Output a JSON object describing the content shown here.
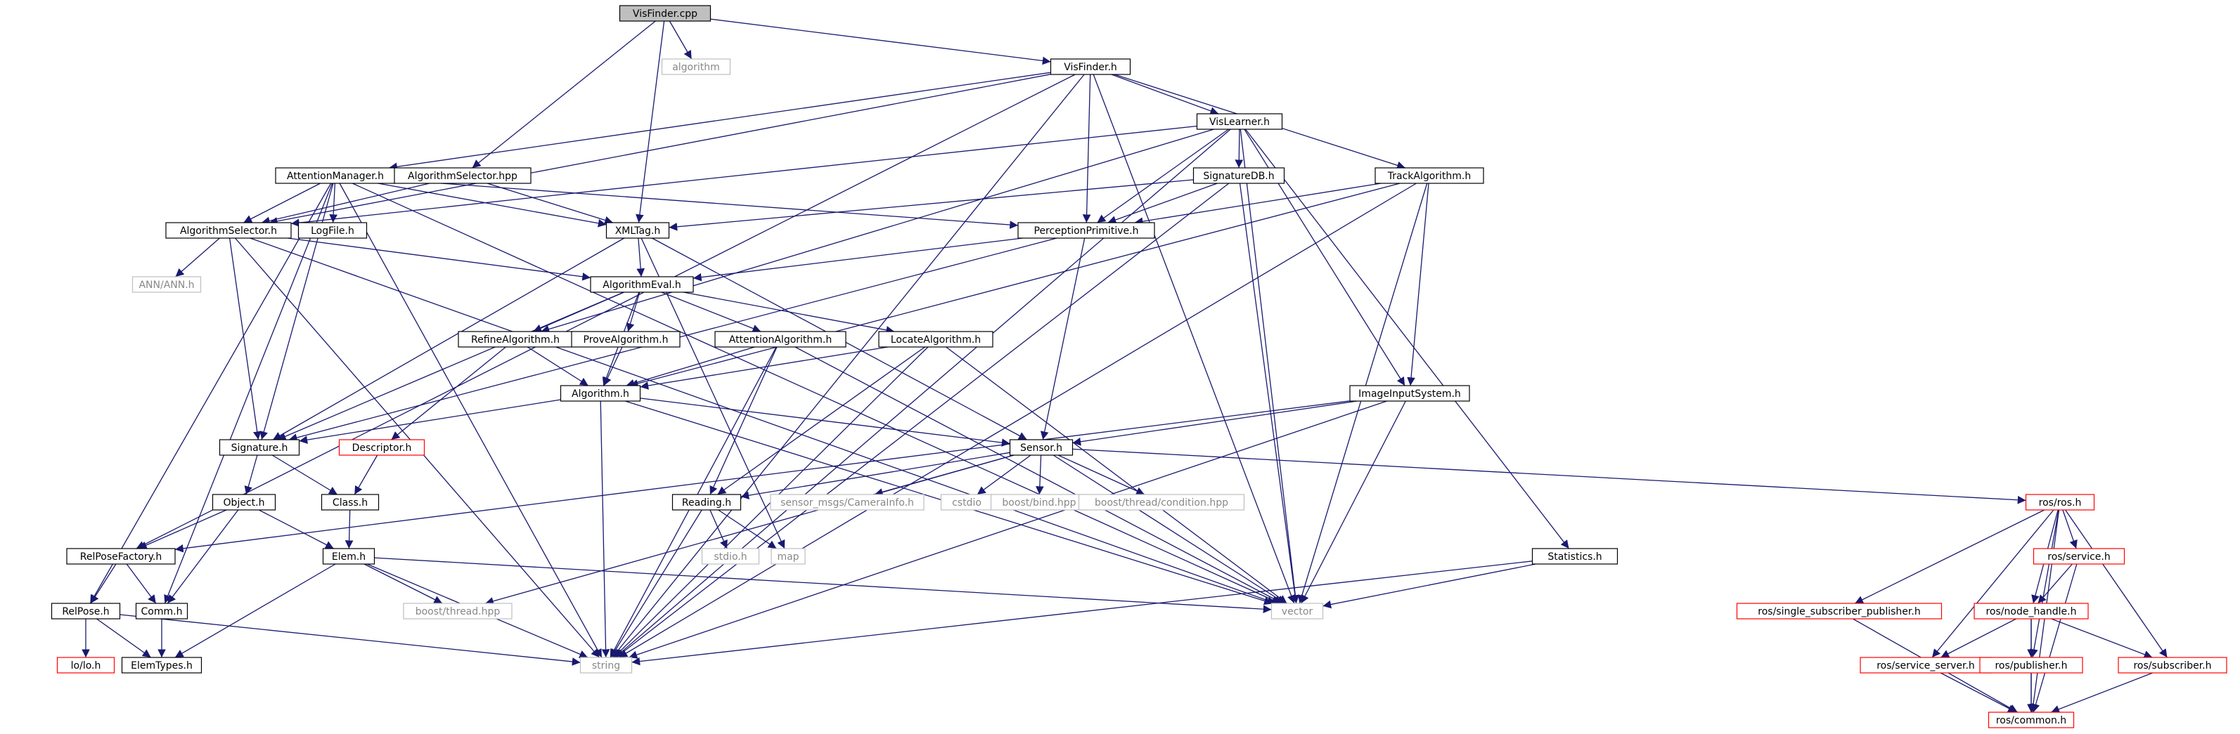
{
  "colors": {
    "edge": "#191970",
    "root_fill": "#bfbfbf",
    "node_border": "#000000",
    "missing_border": "#ff0000",
    "external_border": "#bfbfbf",
    "external_text": "#888888"
  },
  "nodes": [
    {
      "id": "VisFinder.cpp",
      "label": "VisFinder.cpp",
      "kind": "root"
    },
    {
      "id": "algorithm",
      "label": "algorithm",
      "kind": "external"
    },
    {
      "id": "VisFinder.h",
      "label": "VisFinder.h",
      "kind": "file"
    },
    {
      "id": "VisLearner.h",
      "label": "VisLearner.h",
      "kind": "file"
    },
    {
      "id": "AttentionManager.h",
      "label": "AttentionManager.h",
      "kind": "file"
    },
    {
      "id": "AlgorithmSelector.hpp",
      "label": "AlgorithmSelector.hpp",
      "kind": "file"
    },
    {
      "id": "SignatureDB.h",
      "label": "SignatureDB.h",
      "kind": "file"
    },
    {
      "id": "TrackAlgorithm.h",
      "label": "TrackAlgorithm.h",
      "kind": "file"
    },
    {
      "id": "AlgorithmSelector.h",
      "label": "AlgorithmSelector.h",
      "kind": "file"
    },
    {
      "id": "LogFile.h",
      "label": "LogFile.h",
      "kind": "file"
    },
    {
      "id": "XMLTag.h",
      "label": "XMLTag.h",
      "kind": "file"
    },
    {
      "id": "PerceptionPrimitive.h",
      "label": "PerceptionPrimitive.h",
      "kind": "file"
    },
    {
      "id": "ANN/ANN.h",
      "label": "ANN/ANN.h",
      "kind": "external"
    },
    {
      "id": "AlgorithmEval.h",
      "label": "AlgorithmEval.h",
      "kind": "file"
    },
    {
      "id": "RefineAlgorithm.h",
      "label": "RefineAlgorithm.h",
      "kind": "file"
    },
    {
      "id": "ProveAlgorithm.h",
      "label": "ProveAlgorithm.h",
      "kind": "file"
    },
    {
      "id": "AttentionAlgorithm.h",
      "label": "AttentionAlgorithm.h",
      "kind": "file"
    },
    {
      "id": "LocateAlgorithm.h",
      "label": "LocateAlgorithm.h",
      "kind": "file"
    },
    {
      "id": "ImageInputSystem.h",
      "label": "ImageInputSystem.h",
      "kind": "file"
    },
    {
      "id": "Algorithm.h",
      "label": "Algorithm.h",
      "kind": "file"
    },
    {
      "id": "Signature.h",
      "label": "Signature.h",
      "kind": "file"
    },
    {
      "id": "Descriptor.h",
      "label": "Descriptor.h",
      "kind": "missing"
    },
    {
      "id": "Sensor.h",
      "label": "Sensor.h",
      "kind": "file"
    },
    {
      "id": "Object.h",
      "label": "Object.h",
      "kind": "file"
    },
    {
      "id": "Class.h",
      "label": "Class.h",
      "kind": "file"
    },
    {
      "id": "Reading.h",
      "label": "Reading.h",
      "kind": "file"
    },
    {
      "id": "sensor_msgs/CameraInfo.h",
      "label": "sensor_msgs/CameraInfo.h",
      "kind": "external"
    },
    {
      "id": "cstdio",
      "label": "cstdio",
      "kind": "external"
    },
    {
      "id": "boost/bind.hpp",
      "label": "boost/bind.hpp",
      "kind": "external"
    },
    {
      "id": "boost/thread/condition.hpp",
      "label": "boost/thread/condition.hpp",
      "kind": "external"
    },
    {
      "id": "ros/ros.h",
      "label": "ros/ros.h",
      "kind": "missing"
    },
    {
      "id": "RelPoseFactory.h",
      "label": "RelPoseFactory.h",
      "kind": "file"
    },
    {
      "id": "Elem.h",
      "label": "Elem.h",
      "kind": "file"
    },
    {
      "id": "stdio.h",
      "label": "stdio.h",
      "kind": "external"
    },
    {
      "id": "map",
      "label": "map",
      "kind": "external"
    },
    {
      "id": "Statistics.h",
      "label": "Statistics.h",
      "kind": "file"
    },
    {
      "id": "ros/service.h",
      "label": "ros/service.h",
      "kind": "missing"
    },
    {
      "id": "RelPose.h",
      "label": "RelPose.h",
      "kind": "file"
    },
    {
      "id": "Comm.h",
      "label": "Comm.h",
      "kind": "file"
    },
    {
      "id": "boost/thread.hpp",
      "label": "boost/thread.hpp",
      "kind": "external"
    },
    {
      "id": "vector",
      "label": "vector",
      "kind": "external"
    },
    {
      "id": "ros/single_subscriber_publisher.h",
      "label": "ros/single_subscriber_publisher.h",
      "kind": "missing"
    },
    {
      "id": "ros/node_handle.h",
      "label": "ros/node_handle.h",
      "kind": "missing"
    },
    {
      "id": "lo/lo.h",
      "label": "lo/lo.h",
      "kind": "missing"
    },
    {
      "id": "ElemTypes.h",
      "label": "ElemTypes.h",
      "kind": "file"
    },
    {
      "id": "string",
      "label": "string",
      "kind": "external"
    },
    {
      "id": "ros/service_server.h",
      "label": "ros/service_server.h",
      "kind": "missing"
    },
    {
      "id": "ros/publisher.h",
      "label": "ros/publisher.h",
      "kind": "missing"
    },
    {
      "id": "ros/subscriber.h",
      "label": "ros/subscriber.h",
      "kind": "missing"
    },
    {
      "id": "ros/common.h",
      "label": "ros/common.h",
      "kind": "missing"
    }
  ],
  "edges": [
    [
      "VisFinder.cpp",
      "algorithm"
    ],
    [
      "VisFinder.cpp",
      "VisFinder.h"
    ],
    [
      "VisFinder.cpp",
      "AlgorithmSelector.hpp"
    ],
    [
      "VisFinder.cpp",
      "XMLTag.h"
    ],
    [
      "VisFinder.h",
      "VisLearner.h"
    ],
    [
      "VisFinder.h",
      "AttentionManager.h"
    ],
    [
      "VisFinder.h",
      "AlgorithmSelector.h"
    ],
    [
      "VisFinder.h",
      "TrackAlgorithm.h"
    ],
    [
      "VisFinder.h",
      "PerceptionPrimitive.h"
    ],
    [
      "VisFinder.h",
      "RelPoseFactory.h"
    ],
    [
      "VisFinder.h",
      "vector"
    ],
    [
      "VisFinder.h",
      "string"
    ],
    [
      "VisLearner.h",
      "SignatureDB.h"
    ],
    [
      "VisLearner.h",
      "AlgorithmSelector.h"
    ],
    [
      "VisLearner.h",
      "PerceptionPrimitive.h"
    ],
    [
      "VisLearner.h",
      "RefineAlgorithm.h"
    ],
    [
      "VisLearner.h",
      "ImageInputSystem.h"
    ],
    [
      "VisLearner.h",
      "Statistics.h"
    ],
    [
      "VisLearner.h",
      "vector"
    ],
    [
      "VisLearner.h",
      "string"
    ],
    [
      "AttentionManager.h",
      "AlgorithmSelector.h"
    ],
    [
      "AttentionManager.h",
      "LogFile.h"
    ],
    [
      "AttentionManager.h",
      "XMLTag.h"
    ],
    [
      "AttentionManager.h",
      "PerceptionPrimitive.h"
    ],
    [
      "AttentionManager.h",
      "Signature.h"
    ],
    [
      "AttentionManager.h",
      "RelPose.h"
    ],
    [
      "AttentionManager.h",
      "Comm.h"
    ],
    [
      "AttentionManager.h",
      "vector"
    ],
    [
      "AttentionManager.h",
      "string"
    ],
    [
      "AlgorithmSelector.hpp",
      "AlgorithmSelector.h"
    ],
    [
      "AlgorithmSelector.hpp",
      "XMLTag.h"
    ],
    [
      "SignatureDB.h",
      "XMLTag.h"
    ],
    [
      "SignatureDB.h",
      "PerceptionPrimitive.h"
    ],
    [
      "SignatureDB.h",
      "vector"
    ],
    [
      "SignatureDB.h",
      "string"
    ],
    [
      "TrackAlgorithm.h",
      "PerceptionPrimitive.h"
    ],
    [
      "TrackAlgorithm.h",
      "Algorithm.h"
    ],
    [
      "TrackAlgorithm.h",
      "ImageInputSystem.h"
    ],
    [
      "TrackAlgorithm.h",
      "vector"
    ],
    [
      "TrackAlgorithm.h",
      "string"
    ],
    [
      "AlgorithmSelector.h",
      "ANN/ANN.h"
    ],
    [
      "AlgorithmSelector.h",
      "AlgorithmEval.h"
    ],
    [
      "AlgorithmSelector.h",
      "Signature.h"
    ],
    [
      "AlgorithmSelector.h",
      "vector"
    ],
    [
      "AlgorithmSelector.h",
      "string"
    ],
    [
      "XMLTag.h",
      "AlgorithmEval.h"
    ],
    [
      "XMLTag.h",
      "Signature.h"
    ],
    [
      "XMLTag.h",
      "Sensor.h"
    ],
    [
      "XMLTag.h",
      "map"
    ],
    [
      "PerceptionPrimitive.h",
      "AlgorithmEval.h"
    ],
    [
      "PerceptionPrimitive.h",
      "Signature.h"
    ],
    [
      "PerceptionPrimitive.h",
      "Sensor.h"
    ],
    [
      "AlgorithmEval.h",
      "RefineAlgorithm.h"
    ],
    [
      "AlgorithmEval.h",
      "ProveAlgorithm.h"
    ],
    [
      "AlgorithmEval.h",
      "AttentionAlgorithm.h"
    ],
    [
      "AlgorithmEval.h",
      "LocateAlgorithm.h"
    ],
    [
      "AlgorithmEval.h",
      "Algorithm.h"
    ],
    [
      "AlgorithmEval.h",
      "Signature.h"
    ],
    [
      "RefineAlgorithm.h",
      "Algorithm.h"
    ],
    [
      "RefineAlgorithm.h",
      "Descriptor.h"
    ],
    [
      "ProveAlgorithm.h",
      "Algorithm.h"
    ],
    [
      "AttentionAlgorithm.h",
      "Algorithm.h"
    ],
    [
      "AttentionAlgorithm.h",
      "Reading.h"
    ],
    [
      "AttentionAlgorithm.h",
      "vector"
    ],
    [
      "AttentionAlgorithm.h",
      "string"
    ],
    [
      "LocateAlgorithm.h",
      "Algorithm.h"
    ],
    [
      "LocateAlgorithm.h",
      "Reading.h"
    ],
    [
      "LocateAlgorithm.h",
      "vector"
    ],
    [
      "LocateAlgorithm.h",
      "string"
    ],
    [
      "ImageInputSystem.h",
      "Sensor.h"
    ],
    [
      "ImageInputSystem.h",
      "RelPoseFactory.h"
    ],
    [
      "ImageInputSystem.h",
      "vector"
    ],
    [
      "ImageInputSystem.h",
      "string"
    ],
    [
      "Algorithm.h",
      "Signature.h"
    ],
    [
      "Algorithm.h",
      "Sensor.h"
    ],
    [
      "Algorithm.h",
      "vector"
    ],
    [
      "Algorithm.h",
      "string"
    ],
    [
      "Signature.h",
      "Object.h"
    ],
    [
      "Signature.h",
      "Class.h"
    ],
    [
      "Descriptor.h",
      "Class.h"
    ],
    [
      "Sensor.h",
      "Reading.h"
    ],
    [
      "Sensor.h",
      "sensor_msgs/CameraInfo.h"
    ],
    [
      "Sensor.h",
      "cstdio"
    ],
    [
      "Sensor.h",
      "boost/bind.hpp"
    ],
    [
      "Sensor.h",
      "boost/thread/condition.hpp"
    ],
    [
      "Sensor.h",
      "ros/ros.h"
    ],
    [
      "Sensor.h",
      "boost/thread.hpp"
    ],
    [
      "Sensor.h",
      "vector"
    ],
    [
      "Object.h",
      "RelPoseFactory.h"
    ],
    [
      "Object.h",
      "Elem.h"
    ],
    [
      "Object.h",
      "Comm.h"
    ],
    [
      "Class.h",
      "Elem.h"
    ],
    [
      "Reading.h",
      "stdio.h"
    ],
    [
      "Reading.h",
      "map"
    ],
    [
      "Reading.h",
      "string"
    ],
    [
      "RelPoseFactory.h",
      "RelPose.h"
    ],
    [
      "RelPoseFactory.h",
      "Comm.h"
    ],
    [
      "Elem.h",
      "ElemTypes.h"
    ],
    [
      "Elem.h",
      "boost/thread.hpp"
    ],
    [
      "Elem.h",
      "vector"
    ],
    [
      "Elem.h",
      "string"
    ],
    [
      "Statistics.h",
      "vector"
    ],
    [
      "Statistics.h",
      "string"
    ],
    [
      "RelPose.h",
      "lo/lo.h"
    ],
    [
      "RelPose.h",
      "ElemTypes.h"
    ],
    [
      "RelPose.h",
      "string"
    ],
    [
      "Comm.h",
      "ElemTypes.h"
    ],
    [
      "ros/ros.h",
      "ros/single_subscriber_publisher.h"
    ],
    [
      "ros/ros.h",
      "ros/service.h"
    ],
    [
      "ros/ros.h",
      "ros/node_handle.h"
    ],
    [
      "ros/ros.h",
      "ros/service_server.h"
    ],
    [
      "ros/ros.h",
      "ros/publisher.h"
    ],
    [
      "ros/ros.h",
      "ros/subscriber.h"
    ],
    [
      "ros/ros.h",
      "ros/common.h"
    ],
    [
      "ros/service.h",
      "ros/node_handle.h"
    ],
    [
      "ros/service.h",
      "ros/common.h"
    ],
    [
      "ros/node_handle.h",
      "ros/service_server.h"
    ],
    [
      "ros/node_handle.h",
      "ros/publisher.h"
    ],
    [
      "ros/node_handle.h",
      "ros/subscriber.h"
    ],
    [
      "ros/node_handle.h",
      "ros/common.h"
    ],
    [
      "ros/single_subscriber_publisher.h",
      "ros/common.h"
    ],
    [
      "ros/service_server.h",
      "ros/common.h"
    ],
    [
      "ros/publisher.h",
      "ros/common.h"
    ],
    [
      "ros/subscriber.h",
      "ros/common.h"
    ]
  ]
}
